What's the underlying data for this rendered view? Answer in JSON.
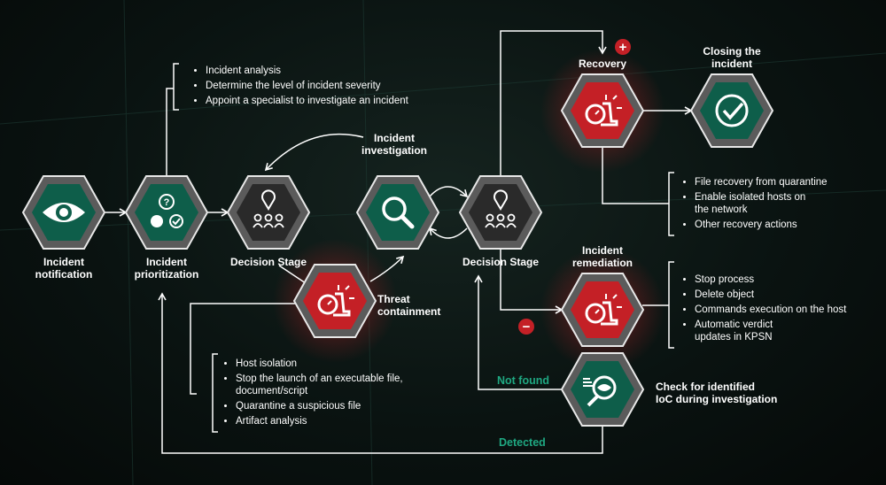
{
  "nodes": {
    "notification": {
      "label": [
        "Incident",
        "notification"
      ],
      "color": "#0e5e4a",
      "icon": "eye-icon"
    },
    "prioritization": {
      "label": [
        "Incident",
        "prioritization"
      ],
      "color": "#0e5e4a",
      "icon": "prioritization-icon"
    },
    "decision1": {
      "label": [
        "Decision Stage"
      ],
      "color": "#2a2a2a",
      "icon": "decision-team-icon"
    },
    "investigation": {
      "label": [
        "Incident",
        "investigation"
      ],
      "color": "#0e5e4a",
      "icon": "magnifier-icon"
    },
    "decision2": {
      "label": [
        "Decision Stage"
      ],
      "color": "#2a2a2a",
      "icon": "decision-team-icon"
    },
    "containment": {
      "label": [
        "Threat",
        "containment"
      ],
      "color": "#c42026",
      "icon": "stopwatch-alarm-icon"
    },
    "recovery": {
      "label": [
        "Recovery"
      ],
      "color": "#c42026",
      "icon": "stopwatch-alarm-icon"
    },
    "closing": {
      "label": [
        "Closing the",
        "incident"
      ],
      "color": "#0e5e4a",
      "icon": "check-circle-icon"
    },
    "remediation": {
      "label": [
        "Incident",
        "remediation"
      ],
      "color": "#c42026",
      "icon": "stopwatch-alarm-icon"
    },
    "check_ioc": {
      "label": [
        "Check for identified",
        "IoC during investigation"
      ],
      "color": "#0e5e4a",
      "icon": "ioc-scan-icon"
    }
  },
  "lists": {
    "prioritization": [
      "Incident analysis",
      "Determine the level of incident severity",
      "Appoint a specialist to investigate an incident"
    ],
    "containment": [
      "Host isolation",
      "Stop the launch of an executable file, document/script",
      "Quarantine a suspicious file",
      "Artifact analysis"
    ],
    "recovery": [
      "File recovery from quarantine",
      "Enable isolated hosts on the network",
      "Other recovery actions"
    ],
    "remediation": [
      "Stop process",
      "Delete object",
      "Commands execution on the host",
      "Automatic verdict updates in KPSN"
    ]
  },
  "edges": {
    "not_found": "Not found",
    "detected": "Detected"
  },
  "badges": {
    "plus": "+",
    "minus": "−"
  },
  "colors": {
    "green": "#0e5e4a",
    "red": "#c42026",
    "dark": "#2a2a2a",
    "accent_text": "#1fa882"
  }
}
